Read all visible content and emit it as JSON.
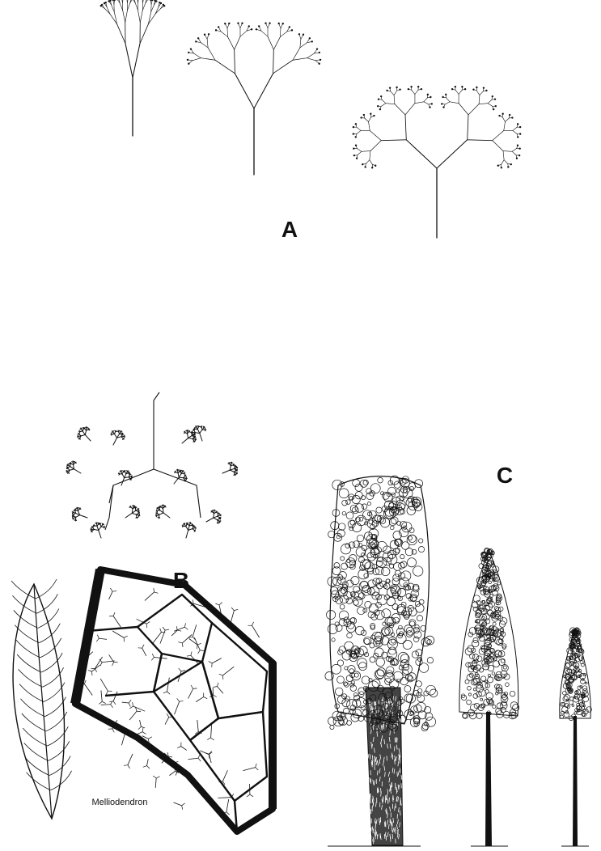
{
  "figure": {
    "panels": [
      {
        "id": "A",
        "label": "A"
      },
      {
        "id": "B",
        "label": "B",
        "caption": "Melliodendron"
      },
      {
        "id": "C",
        "label": "C"
      }
    ],
    "colors": {
      "ink": "#111111",
      "background": "#ffffff"
    }
  }
}
